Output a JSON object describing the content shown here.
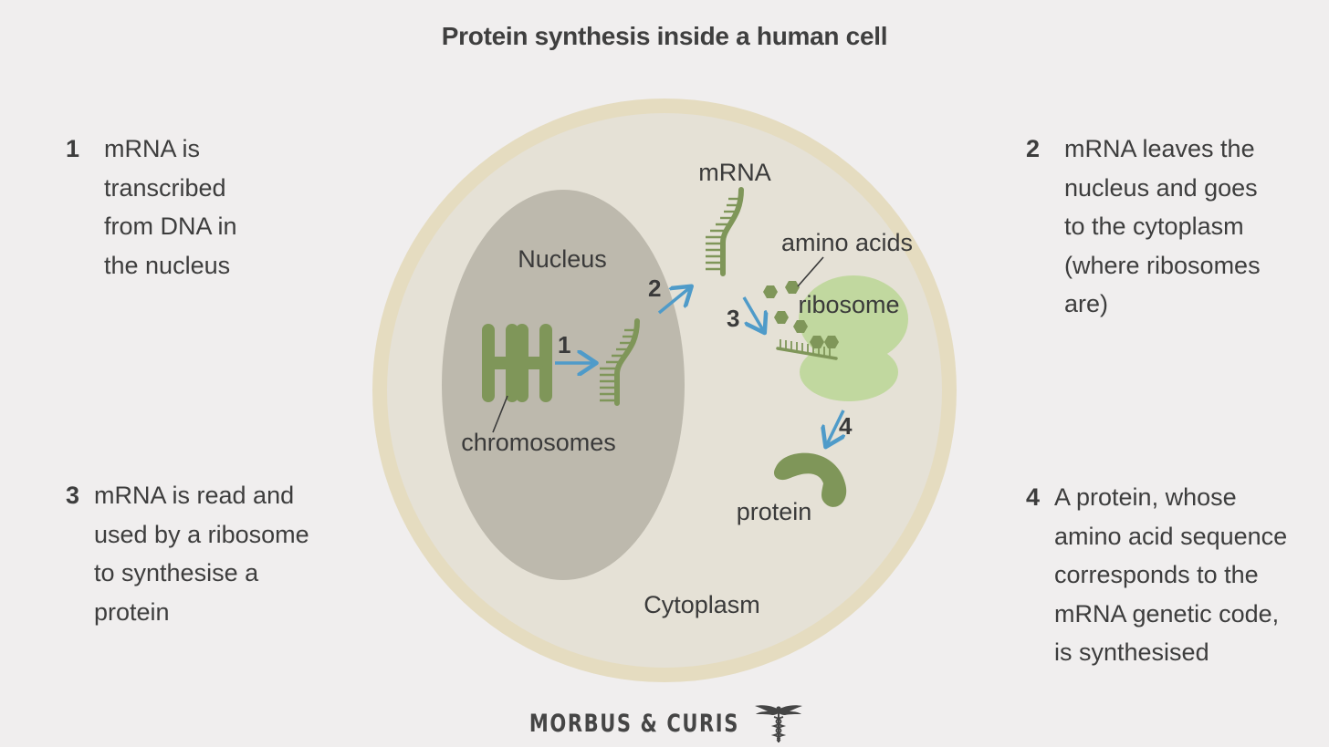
{
  "title": "Protein synthesis inside a human cell",
  "steps": [
    {
      "num": "1",
      "text": "mRNA is\ntranscribed\nfrom DNA in\nthe nucleus"
    },
    {
      "num": "2",
      "text": "mRNA leaves the\nnucleus and goes\nto the cytoplasm\n(where ribosomes\nare)"
    },
    {
      "num": "3",
      "text": "mRNA is read and\nused by a ribosome\nto synthesise a\nprotein"
    },
    {
      "num": "4",
      "text": "A protein, whose\namino acid sequence\ncorresponds to the\nmRNA genetic code,\nis synthesised"
    }
  ],
  "labels": {
    "nucleus": "Nucleus",
    "cytoplasm": "Cytoplasm",
    "chromosomes": "chromosomes",
    "mrna": "mRNA",
    "amino_acids": "amino acids",
    "ribosome": "ribosome",
    "protein": "protein"
  },
  "arrow_numbers": [
    "1",
    "2",
    "3",
    "4"
  ],
  "brand": "MORBUS & CURIS",
  "colors": {
    "background": "#f0eeee",
    "cell_membrane": "#e5dcc0",
    "cytoplasm": "#e5e1d6",
    "nucleus": "#bdb9ad",
    "molecule_green": "#7f9659",
    "ribosome_green": "#c1d89f",
    "arrow_blue": "#4f9bc9"
  }
}
